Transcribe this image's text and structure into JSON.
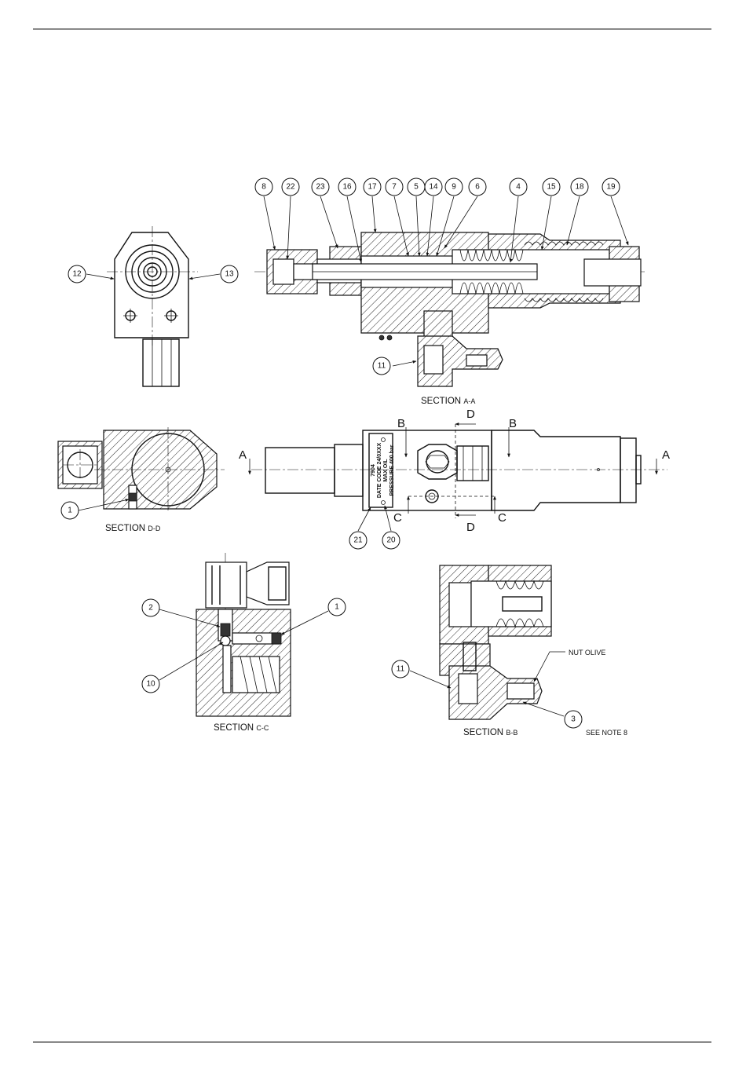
{
  "balloons": {
    "b8": "8",
    "b22": "22",
    "b23": "23",
    "b16": "16",
    "b17": "17",
    "b7": "7",
    "b5": "5",
    "b14": "14",
    "b9": "9",
    "b6": "6",
    "b4": "4",
    "b15": "15",
    "b18": "18",
    "b19": "19",
    "b12": "12",
    "b13": "13",
    "b11a": "11",
    "b1a": "1",
    "b21": "21",
    "b20": "20",
    "b2": "2",
    "b1b": "1",
    "b10": "10",
    "b11b": "11",
    "b3": "3"
  },
  "sections": {
    "aa_word": "SECTION",
    "aa_code": "A-A",
    "dd_word": "SECTION",
    "dd_code": "D-D",
    "cc_word": "SECTION",
    "cc_code": "C-C",
    "bb_word": "SECTION",
    "bb_code": "B-B"
  },
  "cut_letters": {
    "a_left": "A",
    "a_right": "A",
    "b_left": "B",
    "b_right": "B",
    "c_left": "C",
    "c_right": "C",
    "d_top": "D",
    "d_bottom": "D"
  },
  "nameplate": {
    "line1": "7904",
    "line2": "DATE CODE 24/0XXX",
    "line3": "MAX OIL",
    "line4": "PRESSURE 400 bar"
  },
  "notes": {
    "nut_olive": "NUT OLIVE",
    "see_note": "SEE NOTE 8"
  }
}
